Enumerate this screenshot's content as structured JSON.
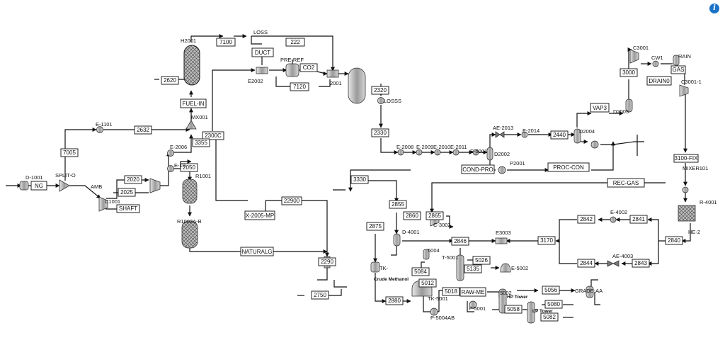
{
  "info_button": {
    "label": "i",
    "icon": "info-icon",
    "color": "#1a73c9"
  },
  "colors": {
    "crude_methanol": "#8b1a8b",
    "tower_label": "#1a2fd6"
  },
  "streams": {
    "s7100": "7100",
    "s222": "222",
    "s2620": "2620",
    "s7005": "7005",
    "s2632": "2632",
    "s2020": "2020",
    "s2025": "2025",
    "s2050": "2050",
    "s3355": "3355",
    "s2300c": "2300C",
    "s7120": "7120",
    "s2320": "2320",
    "s2330": "2330",
    "s22900": "22900",
    "s2290": "2290",
    "s2750": "2750",
    "s2440": "2440",
    "s3000": "3000",
    "s3330": "3330",
    "s2855": "2855",
    "s2875": "2875",
    "s2860": "2860",
    "s2865": "2865",
    "s2846": "2846",
    "s3170": "3170",
    "s2842": "2842",
    "s2841": "2841",
    "s2844": "2844",
    "s2843": "2843",
    "s2840": "2840",
    "s5026": "5026",
    "s5135": "5135",
    "s5012": "5012",
    "s5018": "5018",
    "s2880": "2880",
    "s5056": "5056",
    "s5080": "5080",
    "s5058": "5058",
    "s5082": "5082",
    "s5084": "5084"
  },
  "named_streams": {
    "ng": "NG",
    "shaft": "SHAFT",
    "fuel_in": "FUEL-IN",
    "duct": "DUCT",
    "co2": "CO2",
    "x2005mp": "X-2005-MP",
    "naturalg": "NATURALG",
    "cond_pro": "COND-PRO",
    "proc_con": "PROC-CON",
    "vap3": "VAP3",
    "drain0": "DRAIN0",
    "gas": "GAS",
    "rec_gas": "REC-GAS",
    "s3100fix": "3100-FIX",
    "raw_me": "RAW-ME"
  },
  "blocks": {
    "h2001": "H2001",
    "loss": "LOSS",
    "pre_ref": "PRE-REF",
    "e2002": "E2002",
    "r2001": "2001",
    "losss": "LOSSS",
    "d1001": "D-1001",
    "split_o": "SPLIT-O",
    "e1101": "E-1101",
    "amb": "AMB",
    "c1001": "C1001",
    "e2006": "E-2006",
    "e10": "E-10",
    "mx001": "MX001",
    "r1001": "R1001",
    "r1002ab": "R1002A-B",
    "e2008": "E-2008",
    "e2009": "E-2009",
    "e2010": "E-2010",
    "e2011": "E-2011",
    "e5001": "E-5001",
    "d2002": "D2002",
    "ae2013": "AE-2013",
    "e2014": "E-2014",
    "d2004": "D2004",
    "p2001": "P2001",
    "c3001": "C3001",
    "cw1": "CW1",
    "rain": "RAIN",
    "c3001_1": "C3001-1",
    "d2005": "D2005",
    "mixer101": "MIXER101",
    "r4001": "R-4001",
    "he2": "HE-2",
    "e4002": "E-4002",
    "ae4003": "AE-4003",
    "e3003": "E3003",
    "d4001": "D-4001",
    "c3002": "C-3002",
    "tk": "TK-",
    "crude_methanol": "Crude Methanol",
    "s5004": "5004",
    "t5001": "T-5001",
    "e5002": "E-5002",
    "tk5001": "TK-5001",
    "p5004ab": "P-5004AB",
    "p5001": "P-5001",
    "hp_tower": "HP Tower",
    "lp_tower": "LP Tower",
    "t5002": "5002",
    "grade_aa": "GRADE-AA"
  }
}
